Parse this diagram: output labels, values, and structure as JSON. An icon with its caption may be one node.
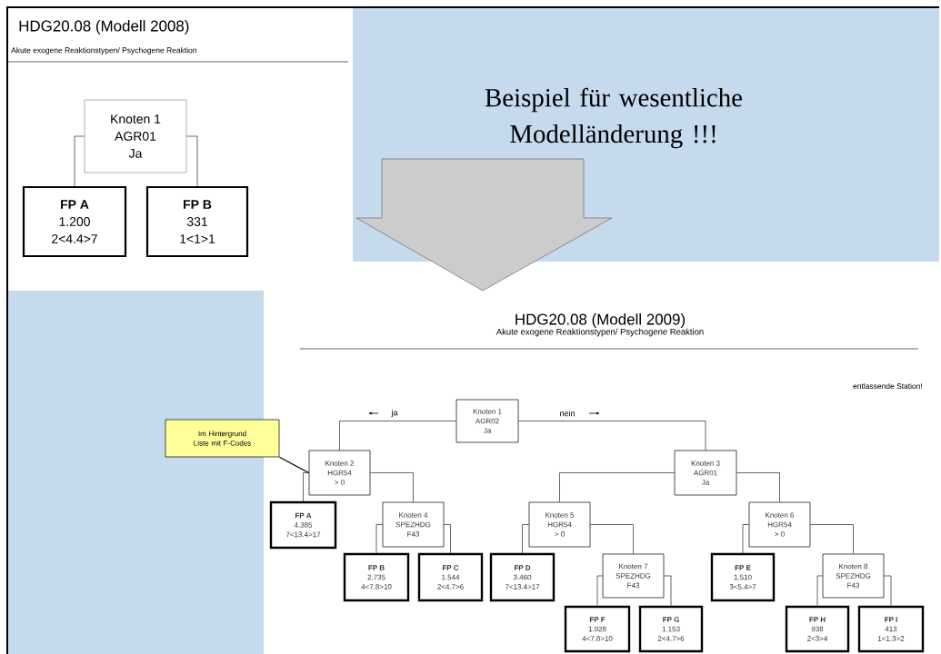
{
  "diagram": {
    "nodes": [
      {
        "text": [
          "Knoten 1",
          "AGR01",
          "Ja"
        ]
      },
      {
        "text": [
          "FP A",
          "1.200",
          "2<4.4>7"
        ]
      },
      {
        "text": [
          "FP B",
          "331",
          "1<1>1"
        ]
      },
      {
        "text": [
          "Im Hintergrund Liste mit F-Codes"
        ]
      },
      {
        "text": [
          "Knoten 1",
          "AGR02",
          "Ja"
        ]
      },
      {
        "text": [
          "Knoten 2",
          "HGR54",
          "> 0"
        ]
      },
      {
        "text": [
          "Knoten 3",
          "AGR01",
          "Ja"
        ]
      },
      {
        "text": [
          "FP A",
          "4.385",
          "7<13.4>17"
        ]
      },
      {
        "text": [
          "Knoten 4",
          "SPEZHDG",
          "F43"
        ]
      },
      {
        "text": [
          "FP B",
          "2.735",
          "4<7.8>10"
        ]
      },
      {
        "text": [
          "FP C",
          "1.544",
          "2<4.7>6"
        ]
      },
      {
        "text": [
          "Knoten 5",
          "HGR54",
          "> 0"
        ]
      },
      {
        "text": [
          "FP D",
          "3.460",
          "7<13.4>17"
        ]
      },
      {
        "text": [
          "Knoten 7",
          "SPEZHDG",
          "F43"
        ]
      },
      {
        "text": [
          "FP F",
          "1.928",
          "4<7.8>10"
        ]
      },
      {
        "text": [
          "FP G",
          "1.153",
          "2<4.7>6"
        ]
      },
      {
        "text": [
          "Knoten 6",
          "HGR54",
          "> 0"
        ]
      },
      {
        "text": [
          "FP E",
          "1.510",
          "3<5.4>7"
        ]
      },
      {
        "text": [
          "Knoten 8",
          "SPEZHDG",
          "F43"
        ]
      },
      {
        "text": [
          "FP H",
          "938",
          "2<3>4"
        ]
      },
      {
        "text": [
          "FP I",
          "413",
          "1<1.3>2"
        ]
      }
    ],
    "edges": [
      {
        "from": 0,
        "to": 1,
        "arrow": "none"
      },
      {
        "from": 0,
        "to": 2,
        "arrow": "none"
      },
      {
        "from": 3,
        "to": 5,
        "arrow": "none"
      },
      {
        "from": 4,
        "to": 5,
        "arrow": "none",
        "label": "ja"
      },
      {
        "from": 4,
        "to": 6,
        "arrow": "none",
        "label": "nein"
      },
      {
        "from": 5,
        "to": 7,
        "arrow": "none"
      },
      {
        "from": 5,
        "to": 8,
        "arrow": "none"
      },
      {
        "from": 8,
        "to": 9,
        "arrow": "none"
      },
      {
        "from": 8,
        "to": 10,
        "arrow": "none"
      },
      {
        "from": 6,
        "to": 11,
        "arrow": "none"
      },
      {
        "from": 6,
        "to": 16,
        "arrow": "none"
      },
      {
        "from": 11,
        "to": 12,
        "arrow": "none"
      },
      {
        "from": 11,
        "to": 13,
        "arrow": "none"
      },
      {
        "from": 13,
        "to": 14,
        "arrow": "none"
      },
      {
        "from": 13,
        "to": 15,
        "arrow": "none"
      },
      {
        "from": 16,
        "to": 17,
        "arrow": "none"
      },
      {
        "from": 16,
        "to": 18,
        "arrow": "none"
      },
      {
        "from": 18,
        "to": 19,
        "arrow": "none"
      },
      {
        "from": 18,
        "to": 20,
        "arrow": "none"
      }
    ],
    "labels": [
      "HDG20.08 (Modell 2008)",
      "Akute exogene Reaktionstypen/ Psychogene Reaktion",
      "Beispiel für wesentliche Modelländerung !!!",
      "HDG20.08 (Modell 2009)",
      "Akute exogene Reaktionstypen/ Psychogene Reaktion",
      "entlassende Station!"
    ]
  }
}
